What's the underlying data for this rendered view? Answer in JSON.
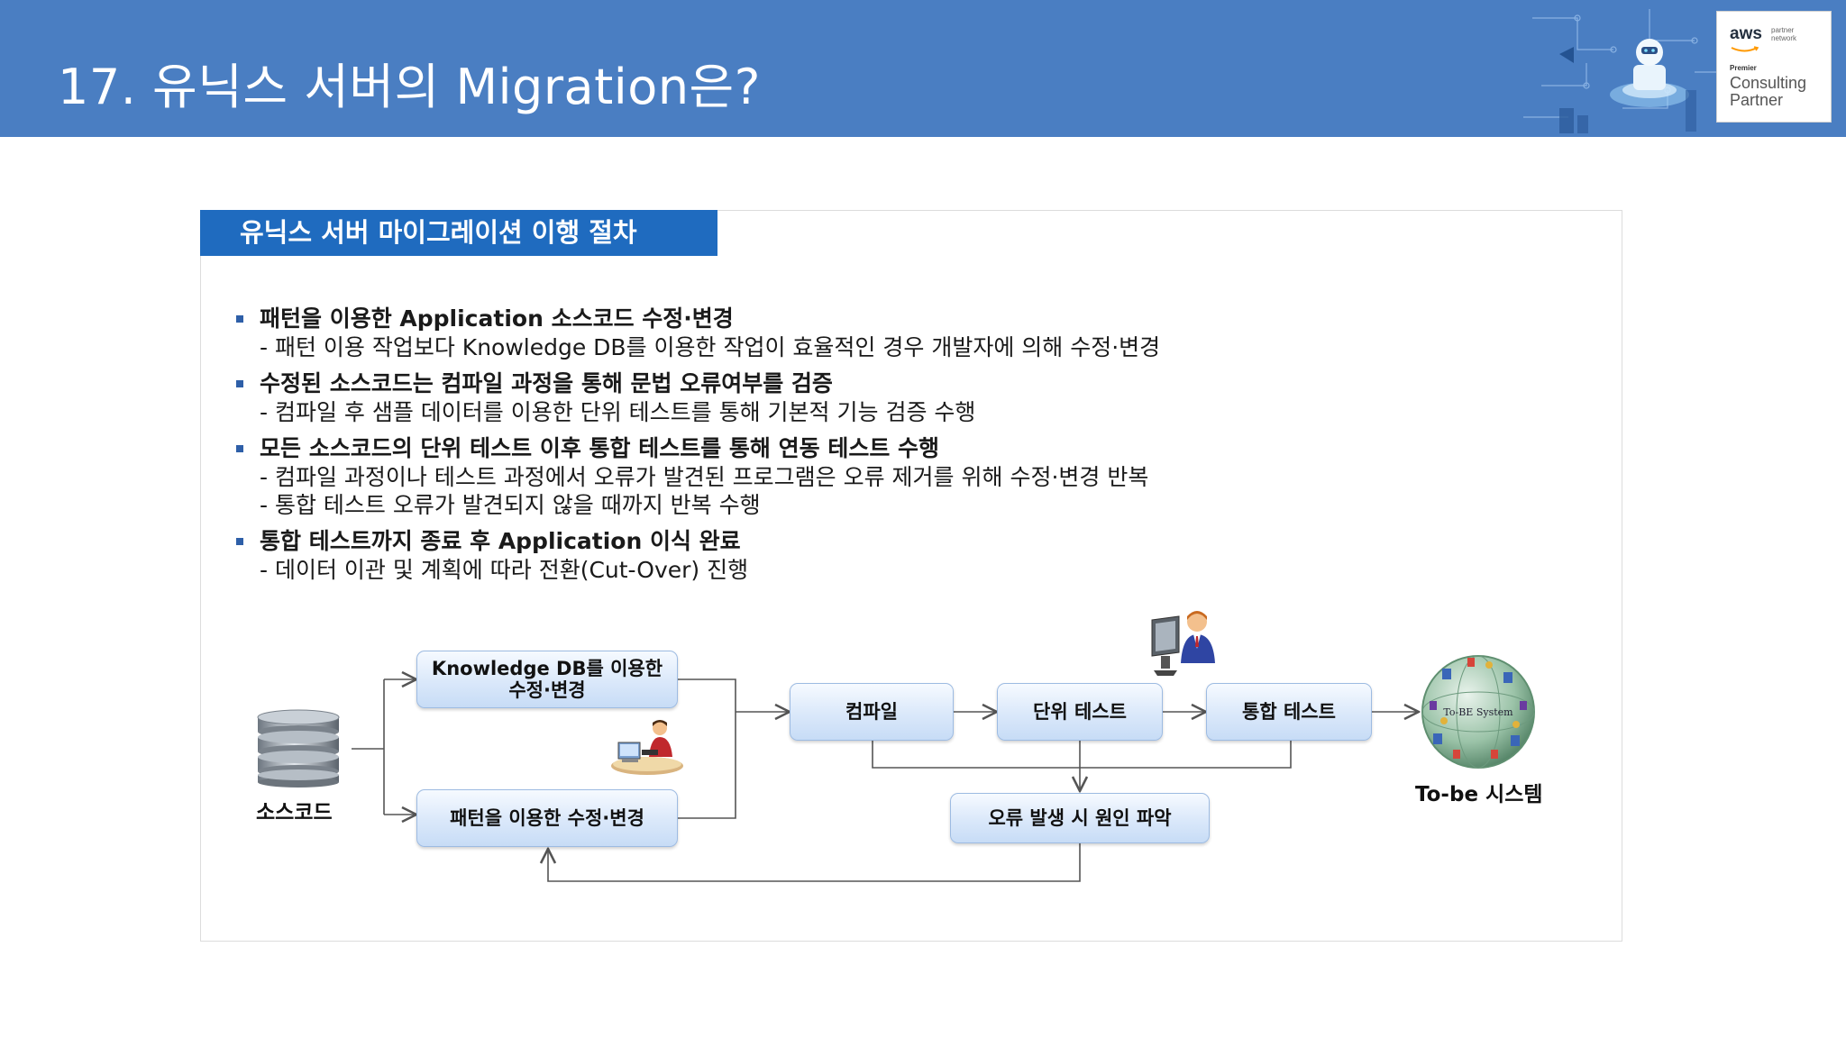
{
  "header": {
    "title": "17. 유닉스 서버의 Migration은?"
  },
  "badge": {
    "brand": "aws",
    "small": "partner network",
    "tier": "Premier",
    "line1": "Consulting",
    "line2": "Partner"
  },
  "section": {
    "tab_label": "유닉스 서버 마이그레이션 이행 절차"
  },
  "bullets": [
    {
      "head": "패턴을 이용한 Application 소스코드 수정·변경",
      "subs": [
        "- 패턴 이용 작업보다 Knowledge DB를 이용한 작업이 효율적인 경우 개발자에 의해 수정·변경"
      ]
    },
    {
      "head": "수정된 소스코드는 컴파일 과정을 통해 문법 오류여부를 검증",
      "subs": [
        "- 컴파일 후 샘플 데이터를 이용한 단위 테스트를 통해 기본적 기능 검증 수행"
      ]
    },
    {
      "head": "모든 소스코드의 단위 테스트 이후 통합 테스트를 통해 연동 테스트 수행",
      "subs": [
        "- 컴파일 과정이나 테스트 과정에서 오류가 발견된 프로그램은 오류 제거를 위해 수정·변경 반복",
        "- 통합 테스트 오류가 발견되지 않을 때까지 반복 수행"
      ]
    },
    {
      "head": "통합 테스트까지 종료 후 Application 이식 완료",
      "subs": [
        "- 데이터 이관 및 계획에 따라 전환(Cut-Over) 진행"
      ]
    }
  ],
  "diagram": {
    "source_label": "소스코드",
    "kdb_line1": "Knowledge DB를 이용한",
    "kdb_line2": "수정·변경",
    "pattern_label": "패턴을 이용한 수정·변경",
    "compile_label": "컴파일",
    "unit_test_label": "단위 테스트",
    "integration_test_label": "통합 테스트",
    "error_label": "오류 발생 시 원인 파악",
    "globe_label": "To-BE System",
    "tobe_label": "To-be 시스템"
  },
  "colors": {
    "header_bg": "#4a7ec2",
    "tab_bg": "#1f6bbf",
    "bullet_marker": "#2e5fa8",
    "node_border": "#9dbbe2",
    "connector": "#555555"
  },
  "icons": [
    "database-icon",
    "developer-at-desk-icon",
    "user-at-monitor-icon",
    "globe-system-icon",
    "circuit-decoration",
    "aws-smile-logo"
  ]
}
